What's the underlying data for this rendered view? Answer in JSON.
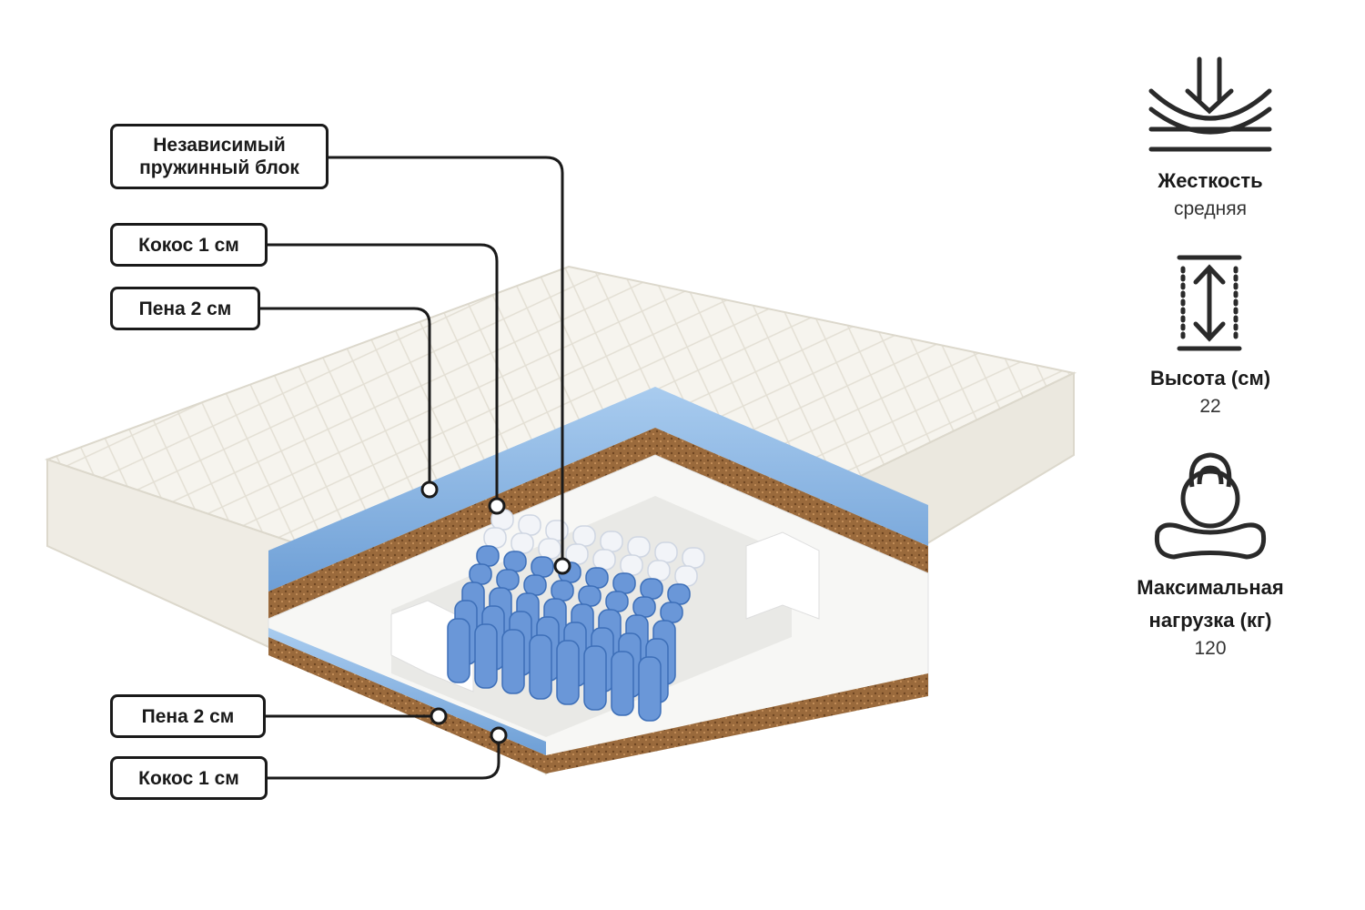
{
  "layers": {
    "spring_block": "Независимый\nпружинный блок",
    "coconut_top": "Кокос 1 см",
    "foam_top": "Пена 2 см",
    "foam_bottom": "Пена 2 см",
    "coconut_bottom": "Кокос 1 см"
  },
  "specs": {
    "firmness": {
      "title": "Жесткость",
      "value": "средняя",
      "icon": "firmness-icon"
    },
    "height": {
      "title": "Высота (см)",
      "value": "22",
      "icon": "height-icon"
    },
    "max_load": {
      "title": "Максимальная\nнагрузка (кг)",
      "value": "120",
      "icon": "kettlebell-icon"
    }
  },
  "colors": {
    "foam": "#8ab4e0",
    "coconut": "#9a6a3c",
    "fabric": "#f4f2ec",
    "springs": "#5f8fd6",
    "outline": "#1a1a1a"
  }
}
